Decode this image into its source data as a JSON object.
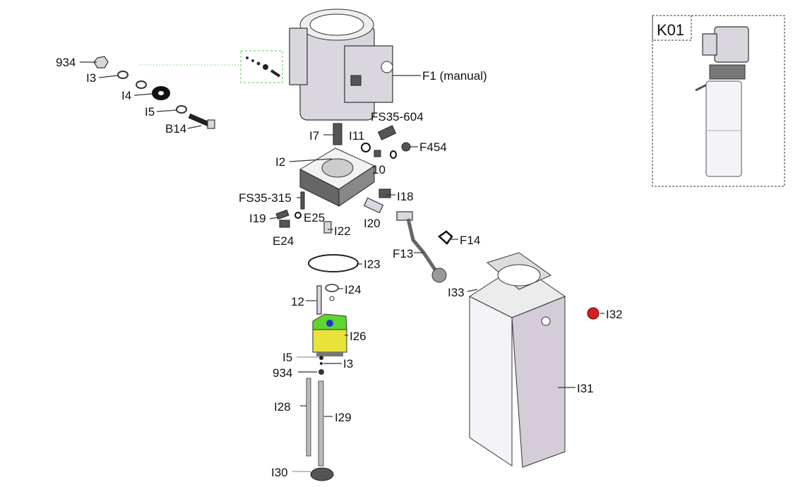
{
  "diagram": {
    "labels": [
      "934",
      "I3",
      "I4",
      "I5",
      "B14",
      "F1 (manual)",
      "FS35-604",
      "I11",
      "F454",
      "I7",
      "I2",
      "10",
      "FS35-315",
      "I18",
      "I19",
      "E25",
      "I20",
      "I22",
      "E24",
      "F14",
      "F13",
      "I23",
      "I24",
      "12",
      "I26",
      "I5",
      "I3",
      "934",
      "I28",
      "I29",
      "I30",
      "I33",
      "I32",
      "I31"
    ],
    "inset_label": "K01",
    "colors": {
      "pump_body": "#e8e23a",
      "pump_cover": "#5fd62e",
      "plug": "#d42020",
      "housing": "#d9d6de",
      "callout_box": "#44cc44"
    }
  }
}
